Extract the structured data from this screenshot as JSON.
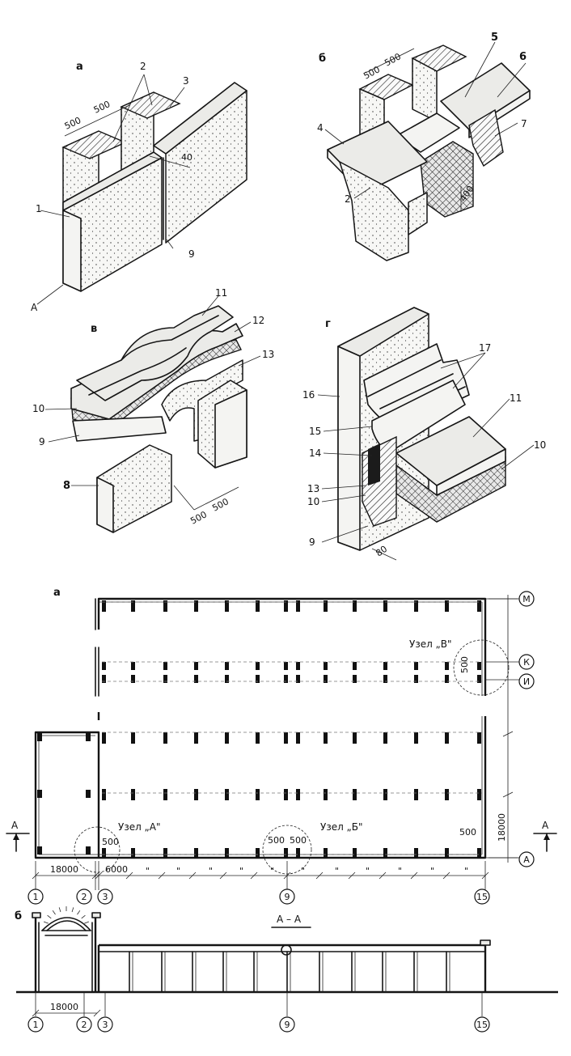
{
  "fig_a": {
    "letter": "а",
    "callouts": [
      "2",
      "3",
      "1",
      "9"
    ],
    "dims": [
      "500",
      "500",
      "40"
    ],
    "section_mark": "А"
  },
  "fig_b": {
    "letter": "б",
    "callouts": [
      "5",
      "6",
      "4",
      "7",
      "2"
    ],
    "dims": [
      "500",
      "500",
      "400"
    ]
  },
  "fig_v": {
    "letter": "в",
    "callouts": [
      "11",
      "12",
      "13",
      "10",
      "9",
      "8"
    ],
    "dims": [
      "500",
      "500"
    ]
  },
  "fig_g": {
    "letter": "г",
    "callouts": [
      "17",
      "16",
      "11",
      "15",
      "14",
      "10",
      "13",
      "10",
      "9"
    ],
    "dims": [
      "80"
    ]
  },
  "plan": {
    "letter": "а",
    "row_axes": [
      "М",
      "К",
      "И",
      "А"
    ],
    "col_axes": [
      "1",
      "2",
      "3",
      "9",
      "15"
    ],
    "node_labels": [
      "Узел „А\"",
      "Узел „Б\"",
      "Узел „В\""
    ],
    "dims": {
      "span_18000": "18000",
      "span_6000": "6000",
      "node_a": "500",
      "node_b_left": "500",
      "node_b_right": "500",
      "node_v": "500",
      "right_500": "500",
      "right_18000": "18000"
    },
    "ditto_mark": "\"",
    "section_mark": "А"
  },
  "elevation": {
    "letter": "б",
    "title": "А – А",
    "col_axes": [
      "1",
      "2",
      "3",
      "9",
      "15"
    ],
    "dim": "18000"
  }
}
